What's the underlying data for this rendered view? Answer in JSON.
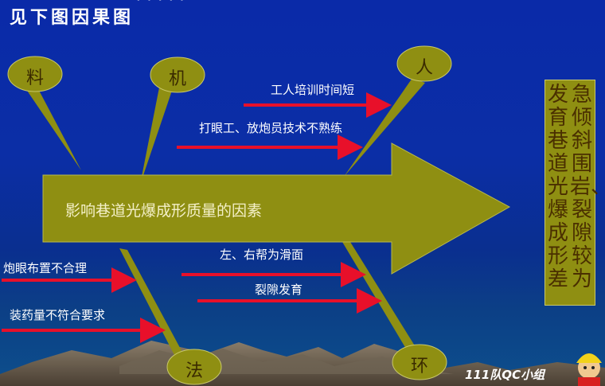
{
  "header": {
    "top_partial": "·····",
    "title": "见下图因果图"
  },
  "nodes": {
    "material": "料",
    "machine": "机",
    "person": "人",
    "method": "法",
    "environment": "环"
  },
  "main_arrow_label": "影响巷道光爆成形质量的因素",
  "causes": {
    "person_1": "工人培训时间短",
    "person_2": "打眼工、放炮员技术不熟练",
    "method_1": "炮眼布置不合理",
    "method_2": "装药量不符合要求",
    "env_1": "左、右帮为滑面",
    "env_2": "裂隙发育"
  },
  "result": {
    "col_right": "急倾斜围岩、裂隙较为",
    "col_left": "发育巷道光爆成形差"
  },
  "footer": {
    "team": "111队QC小组"
  },
  "colors": {
    "background_top": "#0a2aa8",
    "arrow_fill": "#8f8f12",
    "node_fill": "#8f8f12",
    "cause_arrow": "#e8102a"
  }
}
